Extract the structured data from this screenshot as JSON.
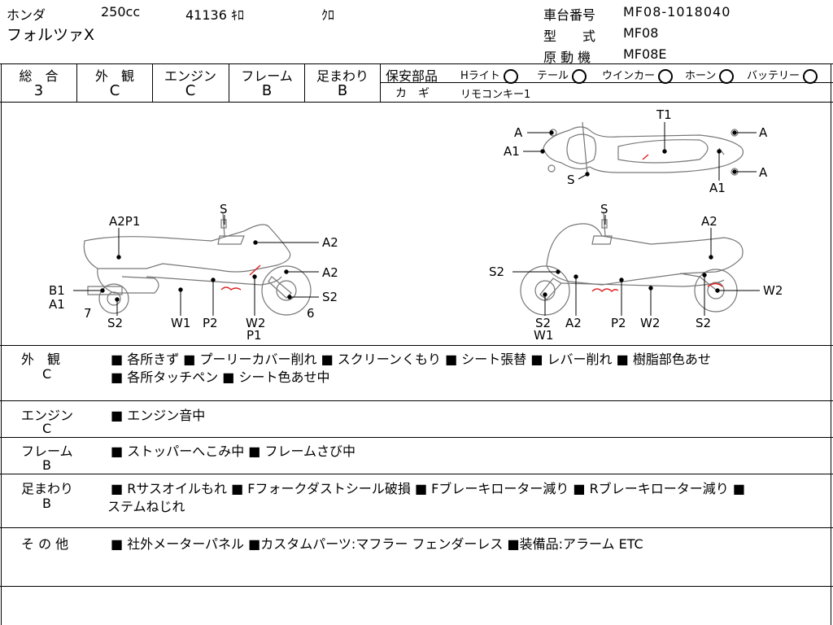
{
  "header": {
    "maker": "ホンダ",
    "displacement": "250cc",
    "mileage": "41136 ｷﾛ",
    "color": "ｸﾛ",
    "model_name": "フォルツァX",
    "frame_no_label": "車台番号",
    "frame_no": "MF08-1018040",
    "type_label": "型　　式",
    "type": "MF08",
    "engine_label": "原 動 機",
    "engine": "MF08E"
  },
  "scores": [
    {
      "label": "総　合",
      "value": "3"
    },
    {
      "label": "外　観",
      "value": "C"
    },
    {
      "label": "エンジン",
      "value": "C"
    },
    {
      "label": "フレーム",
      "value": "B"
    },
    {
      "label": "足まわり",
      "value": "B"
    }
  ],
  "safety": {
    "label": "保安部品",
    "items": [
      {
        "name": "Hライト",
        "status": "ring"
      },
      {
        "name": "テール",
        "status": "ring"
      },
      {
        "name": "ウインカー",
        "status": "ring"
      },
      {
        "name": "ホーン",
        "status": "ring"
      },
      {
        "name": "バッテリー",
        "status": "ring"
      }
    ],
    "key_label": "カ　ギ",
    "key_value": "リモコンキー1"
  },
  "diagram_labels": {
    "top": [
      "A",
      "A1",
      "S",
      "T1",
      "A",
      "A",
      "A1"
    ],
    "left": [
      "A2P1",
      "S",
      "A2",
      "A2",
      "B1",
      "A1",
      "7",
      "S2",
      "W1",
      "P2",
      "W2",
      "P1",
      "S2",
      "6"
    ],
    "right": [
      "S",
      "A2",
      "S2",
      "S2",
      "W1",
      "A2",
      "P2",
      "W2",
      "S2",
      "W2"
    ]
  },
  "remarks": [
    {
      "title": "外　観",
      "grade": "C",
      "lines": [
        "■ 各所きず ■ プーリーカバー削れ ■ スクリーンくもり ■ シート張替 ■ レバー削れ ■ 樹脂部色あせ",
        "■ 各所タッチペン ■ シート色あせ中"
      ]
    },
    {
      "title": "エンジン",
      "grade": "C",
      "lines": [
        "■ エンジン音中"
      ]
    },
    {
      "title": "フレーム",
      "grade": "B",
      "lines": [
        "■ ストッパーへこみ中 ■ フレームさび中"
      ]
    },
    {
      "title": "足まわり",
      "grade": "B",
      "lines": [
        "■ Rサスオイルもれ ■ Fフォークダストシール破損 ■ Fブレーキローター減り ■ Rブレーキローター減り ■",
        "ステムねじれ"
      ]
    },
    {
      "title": "そ の 他",
      "grade": "",
      "lines": [
        "■ 社外メーターパネル ■カスタムパーツ:マフラー フェンダーレス ■装備品:アラーム ETC"
      ]
    }
  ]
}
